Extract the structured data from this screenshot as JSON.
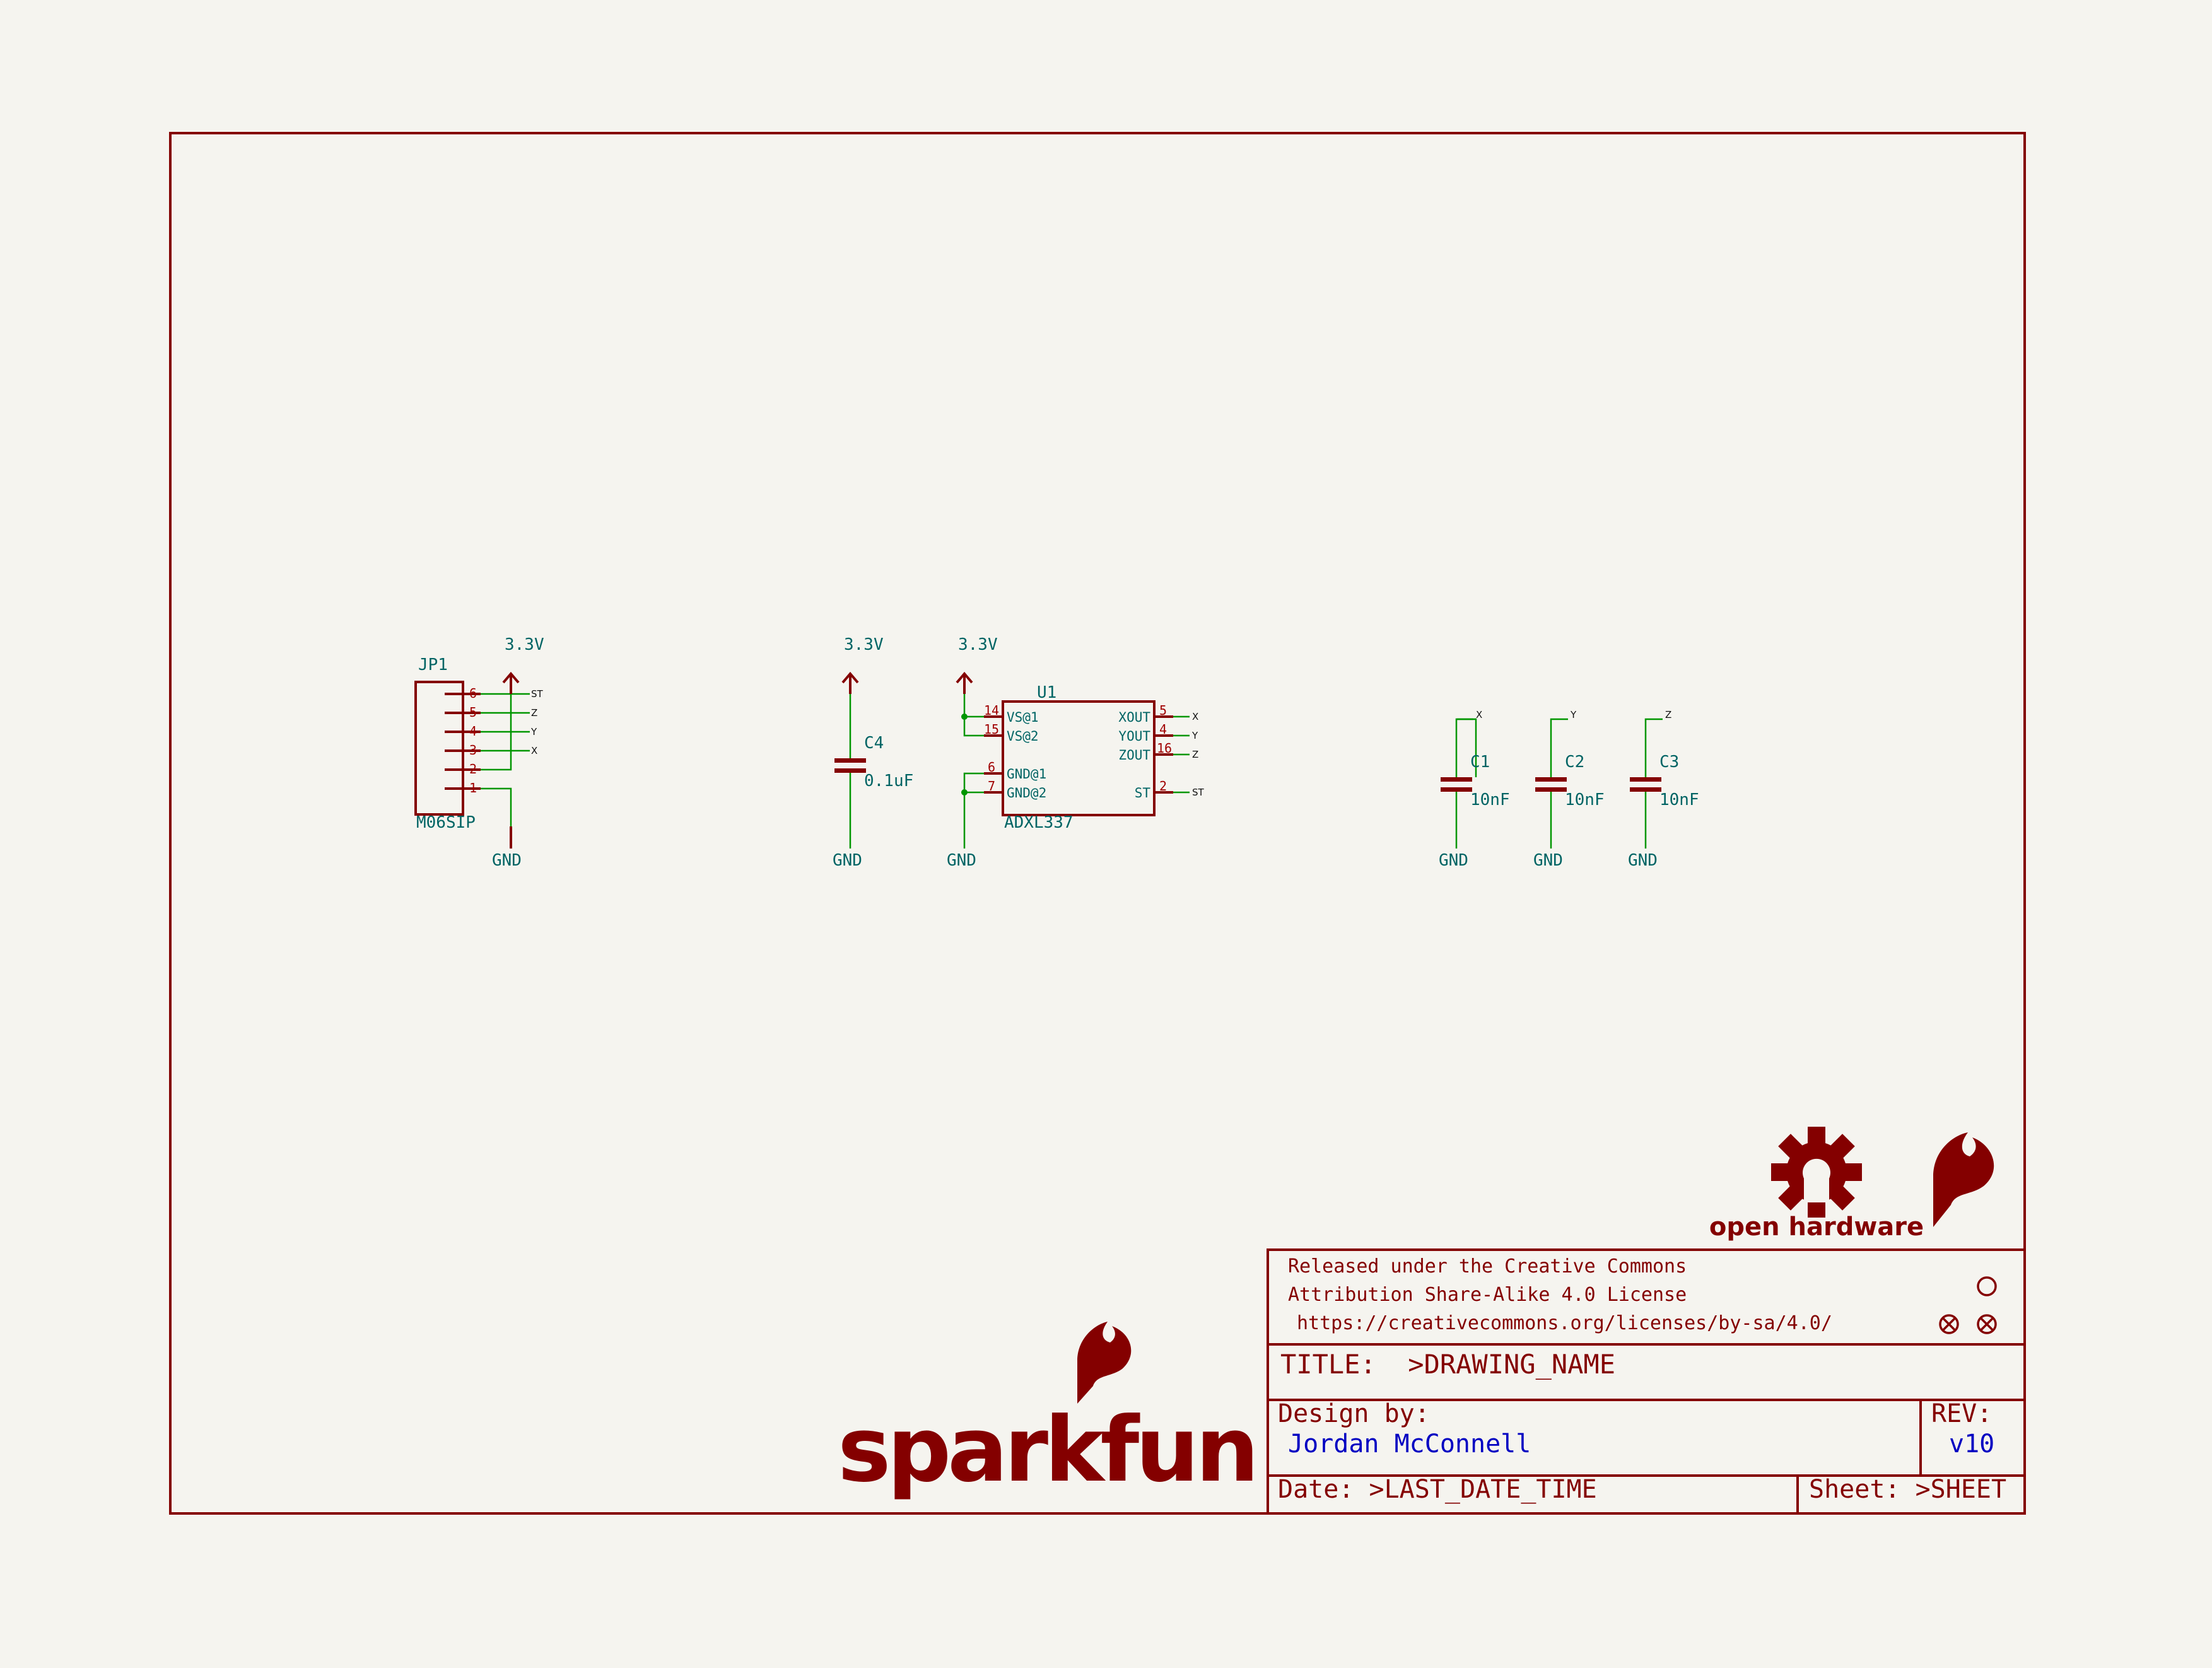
{
  "colors": {
    "background": "#f5f4ef",
    "frame": "#840000",
    "wire": "#009600",
    "label": "#006464",
    "pin": "#a00000",
    "author": "#0000c2"
  },
  "power": {
    "jp1_supply": "3.3V",
    "jp1_gnd": "GND",
    "c4_supply": "3.3V",
    "c4_gnd": "GND",
    "u1_supply": "3.3V",
    "u1_gnd": "GND",
    "c1_gnd": "GND",
    "c2_gnd": "GND",
    "c3_gnd": "GND"
  },
  "jp1": {
    "ref": "JP1",
    "value": "M06SIP",
    "pins": [
      {
        "num": "6",
        "net": "ST"
      },
      {
        "num": "5",
        "net": "Z"
      },
      {
        "num": "4",
        "net": "Y"
      },
      {
        "num": "3",
        "net": "X"
      },
      {
        "num": "2",
        "net": ""
      },
      {
        "num": "1",
        "net": ""
      }
    ]
  },
  "c4": {
    "ref": "C4",
    "value": "0.1uF"
  },
  "u1": {
    "ref": "U1",
    "value": "ADXL337",
    "left_pins": [
      {
        "num": "14",
        "name": "VS@1"
      },
      {
        "num": "15",
        "name": "VS@2"
      },
      {
        "num": "6",
        "name": "GND@1"
      },
      {
        "num": "7",
        "name": "GND@2"
      }
    ],
    "right_pins": [
      {
        "num": "5",
        "name": "XOUT",
        "net": "X"
      },
      {
        "num": "4",
        "name": "YOUT",
        "net": "Y"
      },
      {
        "num": "16",
        "name": "ZOUT",
        "net": "Z"
      },
      {
        "num": "2",
        "name": "ST",
        "net": "ST"
      }
    ]
  },
  "caps": [
    {
      "ref": "C1",
      "value": "10nF",
      "net": "X"
    },
    {
      "ref": "C2",
      "value": "10nF",
      "net": "Y"
    },
    {
      "ref": "C3",
      "value": "10nF",
      "net": "Z"
    }
  ],
  "logos": {
    "open_hardware": "open hardware",
    "sparkfun": "sparkfun"
  },
  "title_block": {
    "license_line1": "Released under the Creative Commons",
    "license_line2": "Attribution Share-Alike 4.0 License",
    "license_url": "https://creativecommons.org/licenses/by-sa/4.0/",
    "title": "TITLE:  >DRAWING_NAME",
    "design_by_label": "Design by:",
    "author": "Jordan McConnell",
    "rev_label": "REV:",
    "rev": "v10",
    "date": "Date: >LAST_DATE_TIME",
    "sheet": "Sheet: >SHEET"
  }
}
